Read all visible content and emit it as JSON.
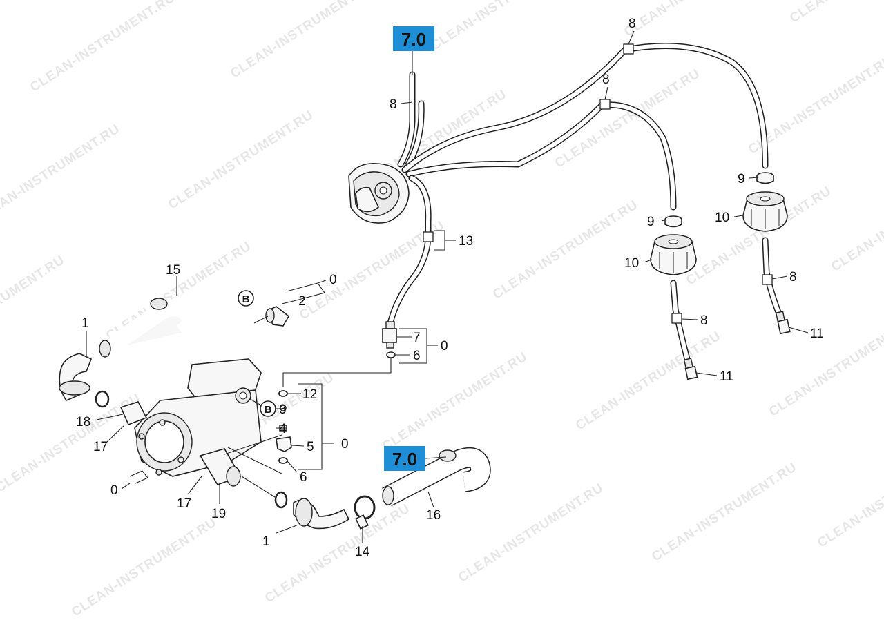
{
  "watermark": {
    "text": "CLEAN-INSTRUMENT.RU"
  },
  "badges": [
    {
      "id": "badge-top",
      "text": "7.0"
    },
    {
      "id": "badge-bottom",
      "text": "7.0"
    }
  ],
  "callouts": {
    "hose_8_top": "8",
    "hose_8_a": "8",
    "hose_8_b": "8",
    "seal_9_left": "9",
    "seal_9_right": "9",
    "cap_10_left": "10",
    "cap_10_right": "10",
    "tube_8_left_lower": "8",
    "tube_8_right_lower": "8",
    "fitting_11_left": "11",
    "fitting_11_right": "11",
    "hose_13": "13",
    "valve_7": "7",
    "oring_6_top": "6",
    "group_0_valve": "0",
    "group_0_plug": "0",
    "plug_2": "2",
    "marker_b_left": "B",
    "marker_b_right": "B",
    "hose_15": "15",
    "elbow_1_top": "1",
    "nipple_18": "18",
    "connector_17_top": "17",
    "oring_12": "12",
    "ball_3": "3",
    "spring_4": "4",
    "cap_5": "5",
    "group_0_check": "0",
    "oring_6_bottom": "6",
    "group_0_pump": "0",
    "connector_17_bottom": "17",
    "nipple_19": "19",
    "elbow_1_bottom": "1",
    "clamp_14": "14",
    "hose_16": "16"
  }
}
